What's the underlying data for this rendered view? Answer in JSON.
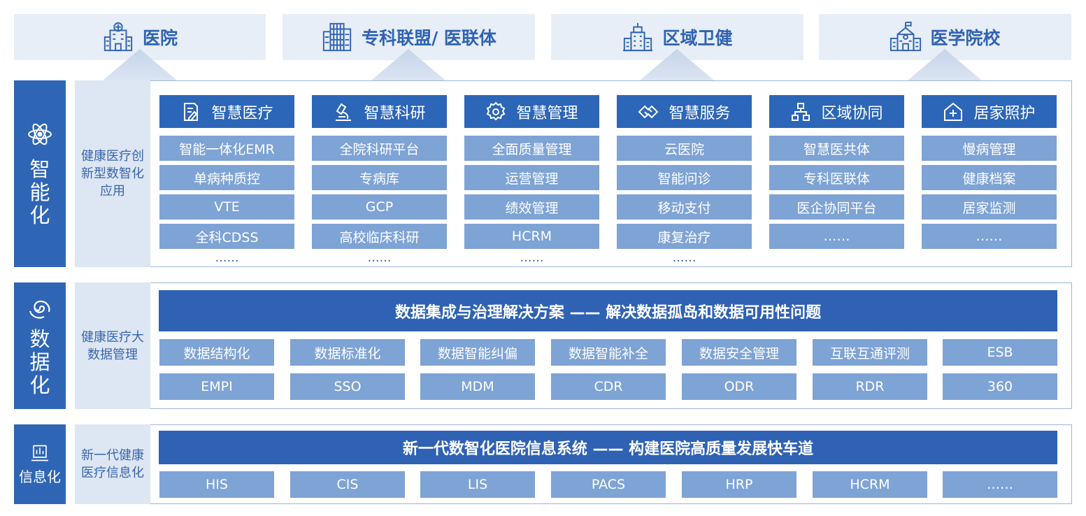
{
  "users": [
    {
      "label": "医院",
      "icon": "hospital-icon"
    },
    {
      "label": "专科联盟/ 医联体",
      "icon": "buildings-icon"
    },
    {
      "label": "区域卫健",
      "icon": "government-building-icon"
    },
    {
      "label": "医学院校",
      "icon": "school-icon"
    }
  ],
  "layers": {
    "intelligence": {
      "label": "智能化",
      "icon": "atom-icon",
      "sub_label": "健康医疗创新型数智化应用"
    },
    "data": {
      "label": "数据化",
      "icon": "swirl-icon",
      "sub_label": "健康医疗大数据管理"
    },
    "information": {
      "label": "信息化",
      "icon": "monitor-icon",
      "sub_label": "新一代健康医疗信息化"
    }
  },
  "modules": [
    {
      "title": "智慧医疗",
      "icon": "medical-record-icon",
      "items": [
        "智能一体化EMR",
        "单病种质控",
        "VTE",
        "全科CDSS"
      ],
      "more": "……"
    },
    {
      "title": "智慧科研",
      "icon": "microscope-icon",
      "items": [
        "全院科研平台",
        "专病库",
        "GCP",
        "高校临床科研"
      ],
      "more": "……"
    },
    {
      "title": "智慧管理",
      "icon": "gear-icon",
      "items": [
        "全面质量管理",
        "运营管理",
        "绩效管理",
        "HCRM"
      ],
      "more": "……"
    },
    {
      "title": "智慧服务",
      "icon": "handshake-icon",
      "items": [
        "云医院",
        "智能问诊",
        "移动支付",
        "康复治疗"
      ],
      "more": "……"
    },
    {
      "title": "区域协同",
      "icon": "org-chart-icon",
      "items": [
        "智慧医共体",
        "专科医联体",
        "医企协同平台",
        "……"
      ],
      "more": ""
    },
    {
      "title": "居家照护",
      "icon": "home-care-icon",
      "items": [
        "慢病管理",
        "健康档案",
        "居家监测",
        "……"
      ],
      "more": ""
    }
  ],
  "data_layer": {
    "banner": "数据集成与治理解决方案 —— 解决数据孤岛和数据可用性问题",
    "row1": [
      "数据结构化",
      "数据标准化",
      "数据智能纠偏",
      "数据智能补全",
      "数据安全管理",
      "互联互通评测",
      "ESB"
    ],
    "row2": [
      "EMPI",
      "SSO",
      "MDM",
      "CDR",
      "ODR",
      "RDR",
      "360"
    ]
  },
  "info_layer": {
    "banner": "新一代数智化医院信息系统 —— 构建医院高质量发展快车道",
    "items": [
      "HIS",
      "CIS",
      "LIS",
      "PACS",
      "HRP",
      "HCRM",
      "……"
    ]
  },
  "colors": {
    "primary": "#2f65b5",
    "cell": "#7ea3d5",
    "light": "#e8eef7",
    "sub_label_bg": "#dde6f3"
  }
}
